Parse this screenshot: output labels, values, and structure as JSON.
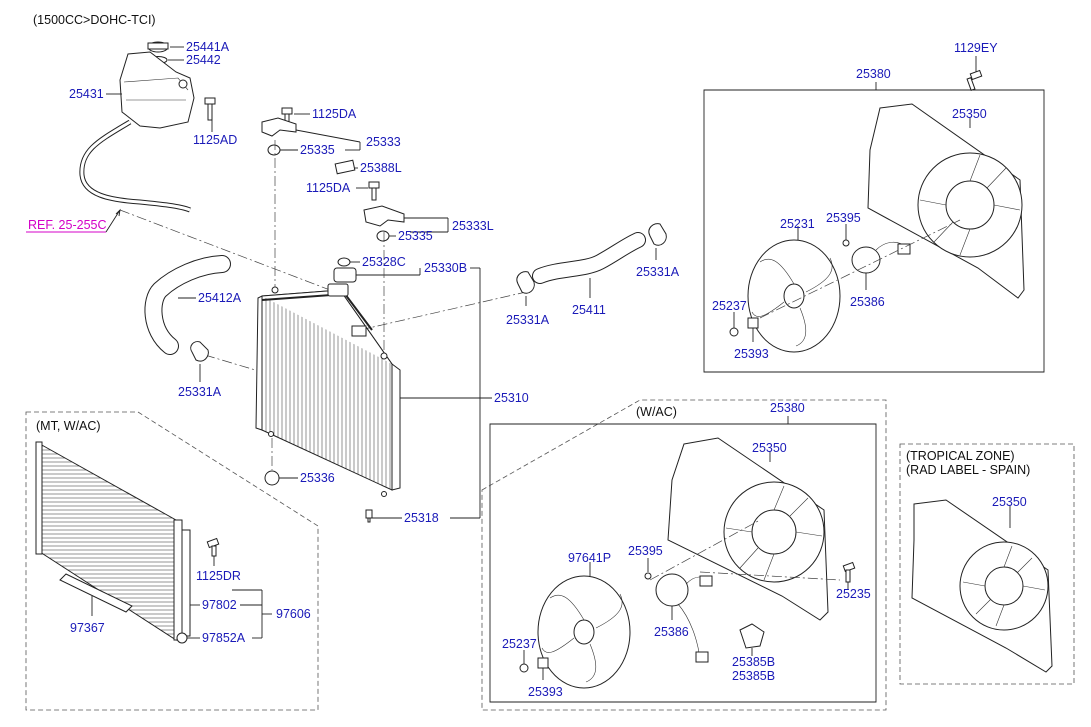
{
  "header": {
    "engine": "(1500CC>DOHC-TCI)"
  },
  "groups": {
    "mt_wac": "(MT, W/AC)",
    "wac": "(W/AC)",
    "tropical_line1": "(TROPICAL ZONE)",
    "tropical_line2": "(RAD LABEL - SPAIN)"
  },
  "reference": "REF. 25-255C",
  "parts": {
    "p25441A": "25441A",
    "p25442": "25442",
    "p25431": "25431",
    "p1125AD": "1125AD",
    "p1125DA_a": "1125DA",
    "p25333": "25333",
    "p25335_a": "25335",
    "p25388L": "25388L",
    "p1125DA_b": "1125DA",
    "p25333L": "25333L",
    "p25335_b": "25335",
    "p25328C": "25328C",
    "p25330B": "25330B",
    "p25412A": "25412A",
    "p25331A_a": "25331A",
    "p25331A_b": "25331A",
    "p25331A_c": "25331A",
    "p25411": "25411",
    "p25310": "25310",
    "p25336": "25336",
    "p25318": "25318",
    "p1125DR": "1125DR",
    "p97802": "97802",
    "p97606": "97606",
    "p97367": "97367",
    "p97852A": "97852A",
    "p1129EY": "1129EY",
    "p25380_a": "25380",
    "p25350_a": "25350",
    "p25231": "25231",
    "p25395_a": "25395",
    "p25237_a": "25237",
    "p25386_a": "25386",
    "p25393_a": "25393",
    "p25380_b": "25380",
    "p25350_b": "25350",
    "p97641P": "97641P",
    "p25395_b": "25395",
    "p25235": "25235",
    "p25386_b": "25386",
    "p25237_b": "25237",
    "p25385B_a": "25385B",
    "p25385B_b": "25385B",
    "p25393_b": "25393",
    "p25350_c": "25350"
  }
}
